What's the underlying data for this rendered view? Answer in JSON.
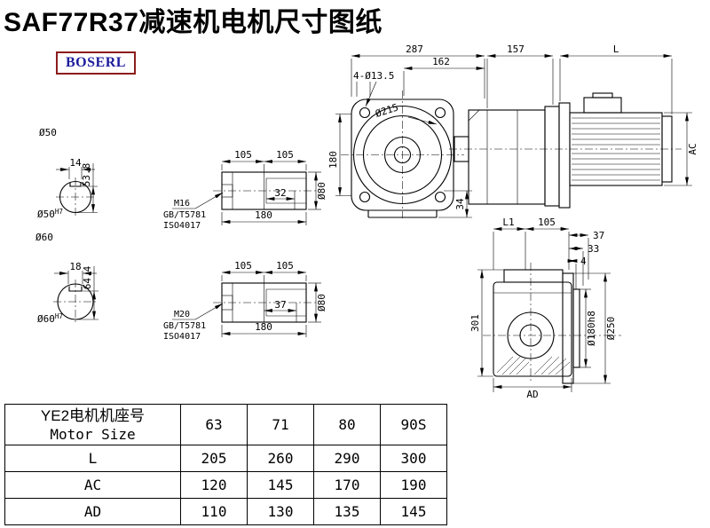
{
  "page": {
    "title": "SAF77R37减速机电机尺寸图纸",
    "brand": "BOSERL"
  },
  "colors": {
    "line": "#000000",
    "brand_text": "#1c1c9c",
    "brand_border": "#8c1c1c",
    "background": "#ffffff"
  },
  "drawings": {
    "shaft_end_small": {
      "label_d": "Ø50",
      "key_width": "14",
      "key_depth": "53.8",
      "bore_d": "Ø50",
      "bore_tol": "H7"
    },
    "shaft_end_large": {
      "label_d": "Ø60",
      "key_width": "18",
      "key_depth": "64.4",
      "bore_d": "Ø60",
      "bore_tol": "H7"
    },
    "shaft_detail_top": {
      "dim_seg1": "105",
      "dim_seg2": "105",
      "dim_key": "32",
      "dim_total": "180",
      "dim_dia": "Ø80",
      "thread": "M16",
      "std_gb": "GB/T5781",
      "std_iso": "ISO4017"
    },
    "shaft_detail_bottom": {
      "dim_seg1": "105",
      "dim_seg2": "105",
      "dim_key": "37",
      "dim_total": "180",
      "dim_dia": "Ø80",
      "thread": "M20",
      "std_gb": "GB/T5781",
      "std_iso": "ISO4017"
    },
    "front_view": {
      "dim_width": "287",
      "dim_inner": "162",
      "dim_holes": "4-Ø13.5",
      "dim_flange": "Ø215",
      "dim_height": "180",
      "dim_foot": "34"
    },
    "side_view": {
      "dim_gear_length": "157",
      "dim_motor_length": "L",
      "dim_motor_height": "AC"
    },
    "back_view": {
      "dim_l1": "L1",
      "dim_105": "105",
      "dim_37": "37",
      "dim_33": "33",
      "dim_4": "4",
      "dim_height": "301",
      "dim_spigot": "Ø180h8",
      "dim_flange": "Ø250",
      "dim_ad": "AD"
    }
  },
  "table": {
    "header": {
      "line1": "YE2电机机座号",
      "line2": "Motor Size"
    },
    "sizes": [
      "63",
      "71",
      "80",
      "90S"
    ],
    "rows": [
      {
        "label": "L",
        "values": [
          "205",
          "260",
          "290",
          "300"
        ]
      },
      {
        "label": "AC",
        "values": [
          "120",
          "145",
          "170",
          "190"
        ]
      },
      {
        "label": "AD",
        "values": [
          "110",
          "130",
          "135",
          "145"
        ]
      }
    ]
  }
}
